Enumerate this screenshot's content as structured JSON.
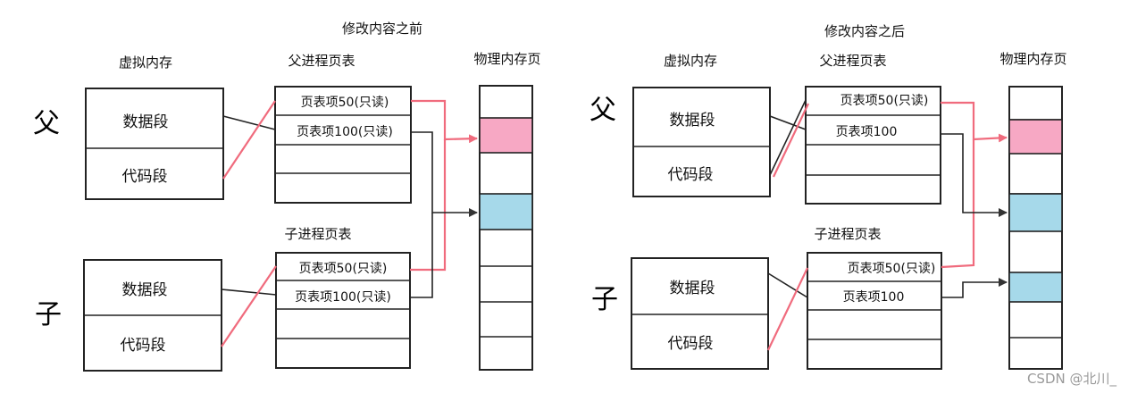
{
  "colors": {
    "pink": "#f7a8c4",
    "blue": "#a6d9ea",
    "red_arrow": "#f06b7d",
    "dark_arrow": "#333333"
  },
  "before": {
    "title": "修改内容之前",
    "virtual_memory_label": "虚拟内存",
    "physical_pages_label": "物理内存页",
    "parent": {
      "symbol": "父",
      "table_label": "父进程页表",
      "segments": [
        "数据段",
        "代码段"
      ],
      "entries": [
        "页表项50(只读)",
        "页表项100(只读)"
      ]
    },
    "child": {
      "symbol": "子",
      "table_label": "子进程页表",
      "segments": [
        "数据段",
        "代码段"
      ],
      "entries": [
        "页表项50(只读)",
        "页表项100(只读)"
      ]
    }
  },
  "after": {
    "title": "修改内容之后",
    "virtual_memory_label": "虚拟内存",
    "physical_pages_label": "物理内存页",
    "parent": {
      "symbol": "父",
      "table_label": "父进程页表",
      "segments": [
        "数据段",
        "代码段"
      ],
      "entries": [
        "页表项50(只读)",
        "页表项100"
      ]
    },
    "child": {
      "symbol": "子",
      "table_label": "子进程页表",
      "segments": [
        "数据段",
        "代码段"
      ],
      "entries": [
        "页表项50(只读)",
        "页表项100"
      ]
    }
  },
  "watermark": "CSDN @北川_"
}
